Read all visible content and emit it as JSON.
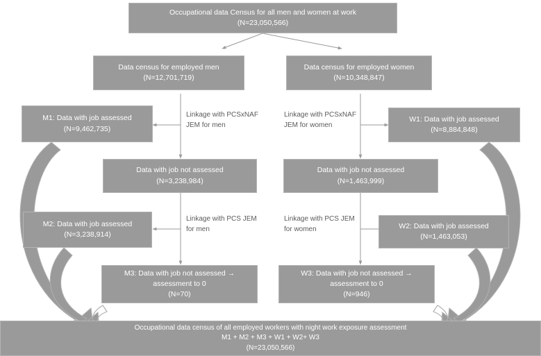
{
  "diagram": {
    "title": "Occupational census night work exposure assessment flowchart",
    "colors": {
      "node_fill": "#9a9a9a",
      "node_border": "#b4b4b4",
      "node_text": "#ffffff",
      "edge_line": "#9a9a9a",
      "edge_label_text": "#5a5a5a",
      "curved_arrow_fill": "#9a9a9a",
      "background": "#ffffff"
    },
    "nodes": {
      "census": {
        "id": "census-all",
        "line1": "Occupational data Census for all men and women at work",
        "line2": "(N=23,050,566)"
      },
      "men_census": {
        "id": "census-men",
        "line1": "Data census for employed men",
        "line2": "(N=12,701,719)"
      },
      "women_census": {
        "id": "census-women",
        "line1": "Data census for employed women",
        "line2": "(N=10,348,847)"
      },
      "m1": {
        "id": "m1-assessed",
        "line1": "M1: Data with job assessed",
        "line2": "(N=9,462,735)"
      },
      "w1": {
        "id": "w1-assessed",
        "line1": "W1: Data with job assessed",
        "line2": "(N=8,884,848)"
      },
      "men_not_assessed_1": {
        "id": "men-not-assessed-1",
        "line1": "Data with job not assessed",
        "line2": "(N=3,238,984)"
      },
      "women_not_assessed_1": {
        "id": "women-not-assessed-1",
        "line1": "Data with job not assessed",
        "line2": "(N=1,463,999)"
      },
      "m2": {
        "id": "m2-assessed",
        "line1": "M2: Data with job assessed",
        "line2": "(N=3,238,914)"
      },
      "w2": {
        "id": "w2-assessed",
        "line1": "W2: Data with job assessed",
        "line2": "(N=1,463,053)"
      },
      "m3": {
        "id": "m3-not-assessed",
        "line1": "M3: Data with job not assessed →",
        "line2": "assessment to 0",
        "line3": "(N=70)"
      },
      "w3": {
        "id": "w3-not-assessed",
        "line1": "W3: Data with job not assessed →",
        "line2": "assessment to 0",
        "line3": "(N=946)"
      },
      "final": {
        "id": "final-census",
        "line1": "Occupational data census of all employed workers with night work exposure assessment",
        "line2": "M1 + M2 + M3 + W1 + W2+ W3",
        "line3": "(N=23,050,566)"
      }
    },
    "edge_labels": {
      "men_jem1": {
        "line1": "Linkage with PCSxNAF",
        "line2": "JEM for men"
      },
      "women_jem1": {
        "line1": "Linkage with PCSxNAF",
        "line2": "JEM for women"
      },
      "men_jem2": {
        "line1": "Linkage with PCS JEM",
        "line2": "for men"
      },
      "women_jem2": {
        "line1": "Linkage with PCS JEM",
        "line2": "for women"
      }
    }
  }
}
